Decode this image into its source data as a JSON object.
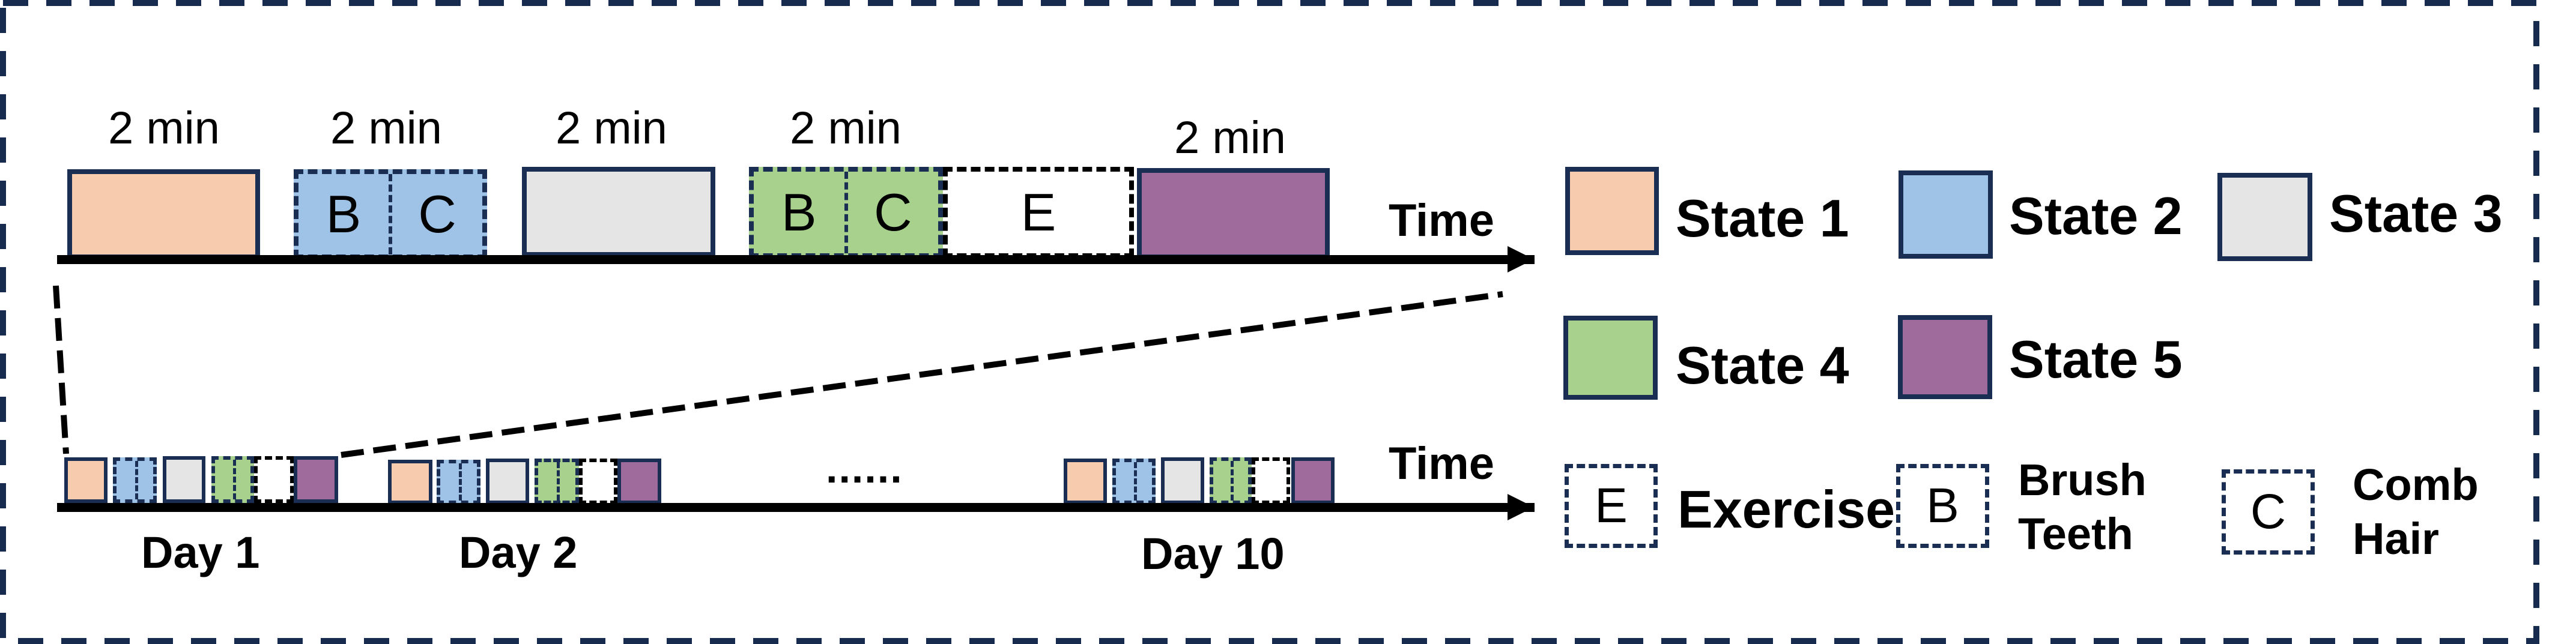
{
  "colors": {
    "state1": "#F7CBAE",
    "state2": "#9FC3E6",
    "state3": "#E5E5E5",
    "state4": "#A9D18E",
    "state5": "#9E6B9C",
    "border": "#1A2D52",
    "frame": "#172B4F"
  },
  "top_timeline": {
    "axis_label": "Time",
    "segments": [
      {
        "state": "State 1",
        "duration": "2 min",
        "activities": []
      },
      {
        "state": "State 2",
        "duration": "2 min",
        "activities": [
          "B",
          "C"
        ]
      },
      {
        "state": "State 3",
        "duration": "2 min",
        "activities": []
      },
      {
        "state": "State 4",
        "duration": "2 min",
        "activities": [
          "B",
          "C"
        ]
      },
      {
        "state": "Exercise",
        "duration": "",
        "activities": [
          "E"
        ]
      },
      {
        "state": "State 5",
        "duration": "2 min",
        "activities": []
      }
    ]
  },
  "bottom_timeline": {
    "axis_label": "Time",
    "ellipsis": "......",
    "days": [
      "Day 1",
      "Day 2",
      "Day 10"
    ]
  },
  "legend": {
    "states": [
      {
        "label": "State 1",
        "color": "#F7CBAE"
      },
      {
        "label": "State 2",
        "color": "#9FC3E6"
      },
      {
        "label": "State 3",
        "color": "#E5E5E5"
      },
      {
        "label": "State 4",
        "color": "#A9D18E"
      },
      {
        "label": "State 5",
        "color": "#9E6B9C"
      }
    ],
    "activities": [
      {
        "code": "E",
        "label": "Exercise",
        "label_lines": [
          "Exercise"
        ]
      },
      {
        "code": "B",
        "label": "Brush Teeth",
        "label_lines": [
          "Brush",
          "Teeth"
        ]
      },
      {
        "code": "C",
        "label": "Comb Hair",
        "label_lines": [
          "Comb",
          "Hair"
        ]
      }
    ]
  }
}
